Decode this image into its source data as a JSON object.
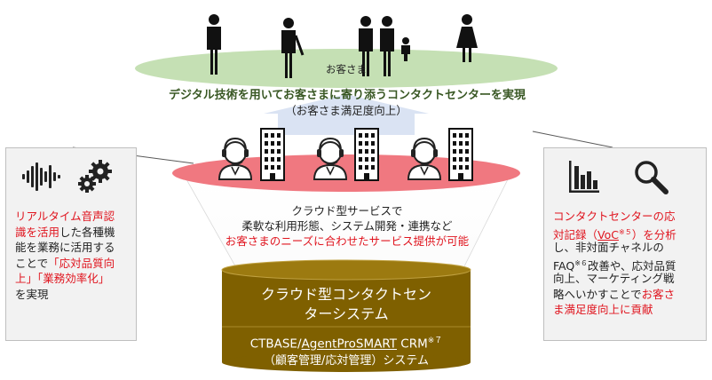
{
  "customers": {
    "label": "お客さま",
    "headline": "デジタル技術を用いてお客さまに寄り添うコンタクトセンターを実現",
    "subline": "（お客さま満足度向上）"
  },
  "cloud": {
    "line1": "クラウド型サービスで",
    "line2": "柔軟な利用形態、システム開発・連携など",
    "line3": "お客さまのニーズに合わせたサービス提供が可能"
  },
  "cylinder": {
    "title_line1": "クラウド型コンタクトセン",
    "title_line2": "ターシステム",
    "product_prefix": "CTBASE/",
    "product_link": "AgentProSMART",
    "product_suffix": " CRM",
    "product_note": "※７",
    "subtitle": "（顧客管理/応対管理）システム"
  },
  "left_panel": {
    "icons": [
      "audio-waveform-icon",
      "gears-icon"
    ],
    "l1": "リアルタイム音声認",
    "l2a": "識を活用",
    "l2b": "した各種機",
    "l3": "能を業務に活用する",
    "l4a": "ことで",
    "l4b": "「応対品質向",
    "l5": "上」「業務効率化」",
    "l6": "を実現"
  },
  "right_panel": {
    "icons": [
      "bar-chart-icon",
      "magnifier-icon"
    ],
    "l1": "コンタクトセンターの応",
    "l2a": "対記録（",
    "l2b": "VoC",
    "l2c": "※５",
    "l2d": "）を分析",
    "l3": "し、非対面チャネルの",
    "l4a": "FAQ",
    "l4b": "※６",
    "l4c": "改善や、応対品質",
    "l5": "向上、マーケティング戦",
    "l6a": "略へいかすことで",
    "l6b": "お客さ",
    "l7": "ま満足度向上に貢献"
  },
  "colors": {
    "green_ellipse": "#c5e0b4",
    "pink_ellipse": "#f07880",
    "cylinder": "#7f6000",
    "accent_red": "#e0141e",
    "headline_green": "#385723",
    "arrow": "#dae3f3"
  }
}
